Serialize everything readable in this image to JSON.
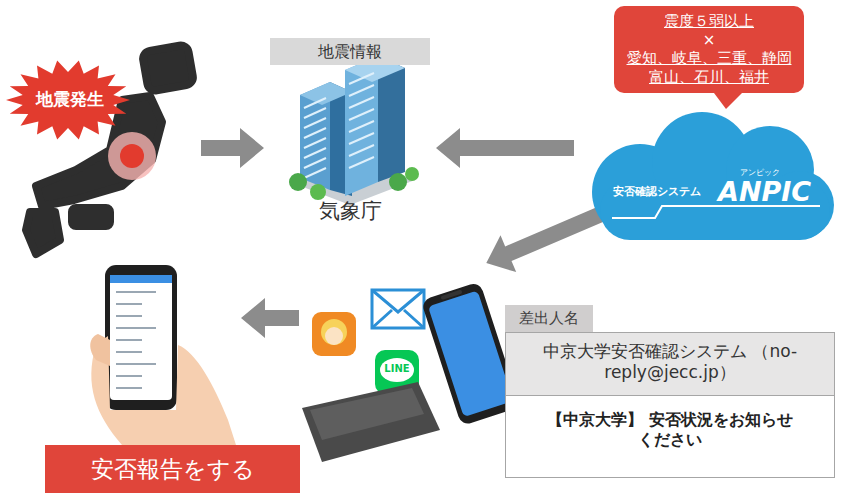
{
  "diagram": {
    "nodes": [
      {
        "text": [
          "地震発生"
        ]
      },
      {
        "text": [
          "地震情報",
          "気象庁"
        ]
      },
      {
        "text": [
          "震度５弱以上",
          "×",
          "愛知、岐阜、三重、静岡 富山、石川、福井"
        ]
      },
      {
        "text": [
          "安否確認システム",
          "アンピック",
          "ANPIC"
        ]
      },
      {
        "text": [
          "LINE"
        ]
      },
      {
        "text": [
          "差出人名",
          "中京大学安否確認システム （no-reply@jecc.jp）",
          "【中京大学】 安否状況をお知らせください"
        ]
      },
      {
        "text": [
          "安否報告をする"
        ]
      }
    ],
    "edges": [
      {
        "from": 0,
        "to": 1,
        "arrow": "to"
      },
      {
        "from": 3,
        "to": 1,
        "arrow": "to"
      },
      {
        "from": 3,
        "to": 4,
        "arrow": "to"
      },
      {
        "from": 4,
        "to": 6,
        "arrow": "to"
      }
    ]
  }
}
